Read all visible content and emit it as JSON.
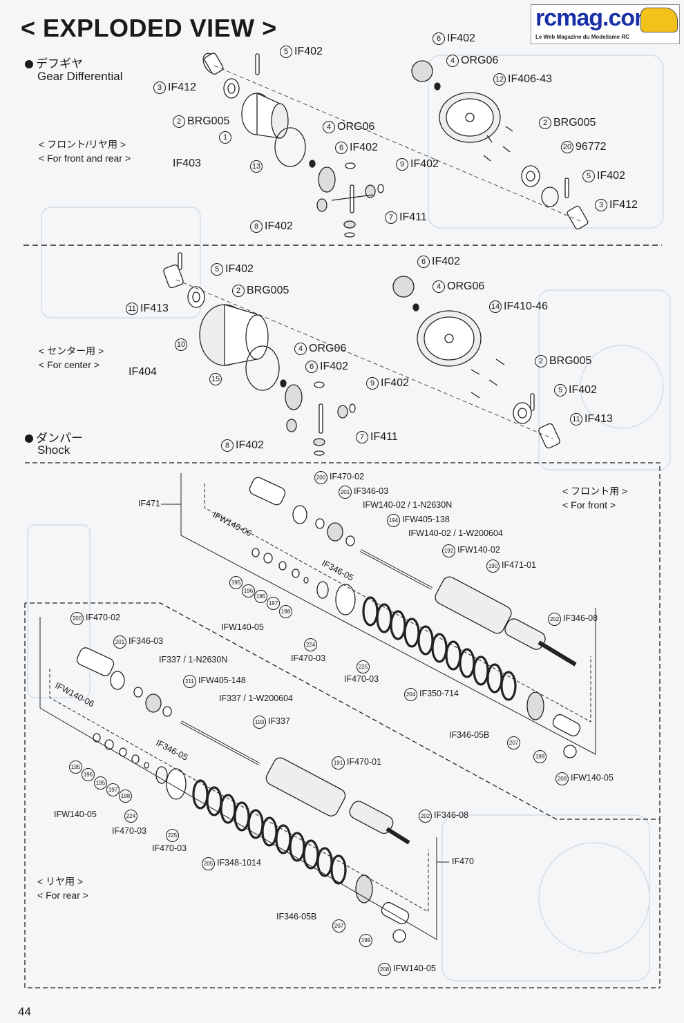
{
  "page": {
    "title": "< EXPLODED VIEW >",
    "page_number": "44",
    "logo": {
      "name": "rcmag.com",
      "tagline": "Le Web Magazine du Modelisme RC"
    }
  },
  "sections": {
    "gear_diff": {
      "jp": "デフギヤ",
      "en": "Gear Differential",
      "note_jp": "< フロント/リヤ用 >",
      "note_en": "< For front and rear >"
    },
    "center": {
      "note_jp": "< センター用 >",
      "note_en": "< For center >"
    },
    "shock": {
      "jp": "ダンパー",
      "en": "Shock",
      "front_jp": "< フロント用 >",
      "front_en": "< For front >",
      "rear_jp": "< リヤ用 >",
      "rear_en": "< For rear >"
    }
  },
  "diff_labels": [
    {
      "num": "5",
      "text": "IF402"
    },
    {
      "num": "3",
      "text": "IF412"
    },
    {
      "num": "2",
      "text": "BRG005"
    },
    {
      "num": "1",
      "text": ""
    },
    {
      "num": "",
      "text": "IF403"
    },
    {
      "num": "13",
      "text": ""
    },
    {
      "num": "4",
      "text": "ORG06"
    },
    {
      "num": "6",
      "text": "IF402"
    },
    {
      "num": "9",
      "text": "IF402"
    },
    {
      "num": "8",
      "text": "IF402"
    },
    {
      "num": "7",
      "text": "IF411"
    },
    {
      "num": "6",
      "text": "IF402"
    },
    {
      "num": "4",
      "text": "ORG06"
    },
    {
      "num": "12",
      "text": "IF406-43"
    },
    {
      "num": "2",
      "text": "BRG005"
    },
    {
      "num": "20",
      "text": "96772"
    },
    {
      "num": "5",
      "text": "IF402"
    },
    {
      "num": "3",
      "text": "IF412"
    }
  ],
  "center_labels": [
    {
      "num": "5",
      "text": "IF402"
    },
    {
      "num": "2",
      "text": "BRG005"
    },
    {
      "num": "11",
      "text": "IF413"
    },
    {
      "num": "10",
      "text": ""
    },
    {
      "num": "",
      "text": "IF404"
    },
    {
      "num": "15",
      "text": ""
    },
    {
      "num": "4",
      "text": "ORG06"
    },
    {
      "num": "6",
      "text": "IF402"
    },
    {
      "num": "9",
      "text": "IF402"
    },
    {
      "num": "8",
      "text": "IF402"
    },
    {
      "num": "7",
      "text": "IF411"
    },
    {
      "num": "6",
      "text": "IF402"
    },
    {
      "num": "4",
      "text": "ORG06"
    },
    {
      "num": "14",
      "text": "IF410-46"
    },
    {
      "num": "2",
      "text": "BRG005"
    },
    {
      "num": "5",
      "text": "IF402"
    },
    {
      "num": "11",
      "text": "IF413"
    }
  ],
  "front_shock_labels": [
    {
      "num": "200",
      "text": "IF470-02"
    },
    {
      "num": "",
      "text": "IF471"
    },
    {
      "num": "201",
      "text": "IF346-03"
    },
    {
      "num": "",
      "text": "IFW140-02 / 1-N2630N"
    },
    {
      "num": "194",
      "text": "IFW405-138"
    },
    {
      "num": "",
      "text": "IFW140-02 / 1-W200604"
    },
    {
      "num": "192",
      "text": "IFW140-02"
    },
    {
      "num": "190",
      "text": "IF471-01"
    },
    {
      "num": "",
      "text": "IFW140-06"
    },
    {
      "num": "",
      "text": "IF346-05"
    },
    {
      "num": "202",
      "text": "IF346-08"
    },
    {
      "num": "195",
      "text": ""
    },
    {
      "num": "196",
      "text": ""
    },
    {
      "num": "195",
      "text": ""
    },
    {
      "num": "197",
      "text": ""
    },
    {
      "num": "198",
      "text": ""
    },
    {
      "num": "",
      "text": "IFW140-05"
    },
    {
      "num": "224",
      "text": ""
    },
    {
      "num": "",
      "text": "IF470-03"
    },
    {
      "num": "225",
      "text": ""
    },
    {
      "num": "",
      "text": "IF470-03"
    },
    {
      "num": "204",
      "text": "IF350-714"
    },
    {
      "num": "",
      "text": "IF346-05B"
    },
    {
      "num": "207",
      "text": ""
    },
    {
      "num": "199",
      "text": ""
    },
    {
      "num": "208",
      "text": "IFW140-05"
    }
  ],
  "rear_shock_labels": [
    {
      "num": "200",
      "text": "IF470-02"
    },
    {
      "num": "201",
      "text": "IF346-03"
    },
    {
      "num": "",
      "text": "IF337 / 1-N2630N"
    },
    {
      "num": "211",
      "text": "IFW405-148"
    },
    {
      "num": "",
      "text": "IF337 / 1-W200604"
    },
    {
      "num": "193",
      "text": "IF337"
    },
    {
      "num": "",
      "text": "IFW140-06"
    },
    {
      "num": "",
      "text": "IF346-05"
    },
    {
      "num": "191",
      "text": "IF470-01"
    },
    {
      "num": "195",
      "text": ""
    },
    {
      "num": "196",
      "text": ""
    },
    {
      "num": "195",
      "text": ""
    },
    {
      "num": "197",
      "text": ""
    },
    {
      "num": "198",
      "text": ""
    },
    {
      "num": "",
      "text": "IFW140-05"
    },
    {
      "num": "224",
      "text": ""
    },
    {
      "num": "",
      "text": "IF470-03"
    },
    {
      "num": "225",
      "text": ""
    },
    {
      "num": "",
      "text": "IF470-03"
    },
    {
      "num": "202",
      "text": "IF346-08"
    },
    {
      "num": "",
      "text": "IF470"
    },
    {
      "num": "205",
      "text": "IF348-1014"
    },
    {
      "num": "",
      "text": "IF346-05B"
    },
    {
      "num": "207",
      "text": ""
    },
    {
      "num": "199",
      "text": ""
    },
    {
      "num": "208",
      "text": "IFW140-05"
    }
  ]
}
